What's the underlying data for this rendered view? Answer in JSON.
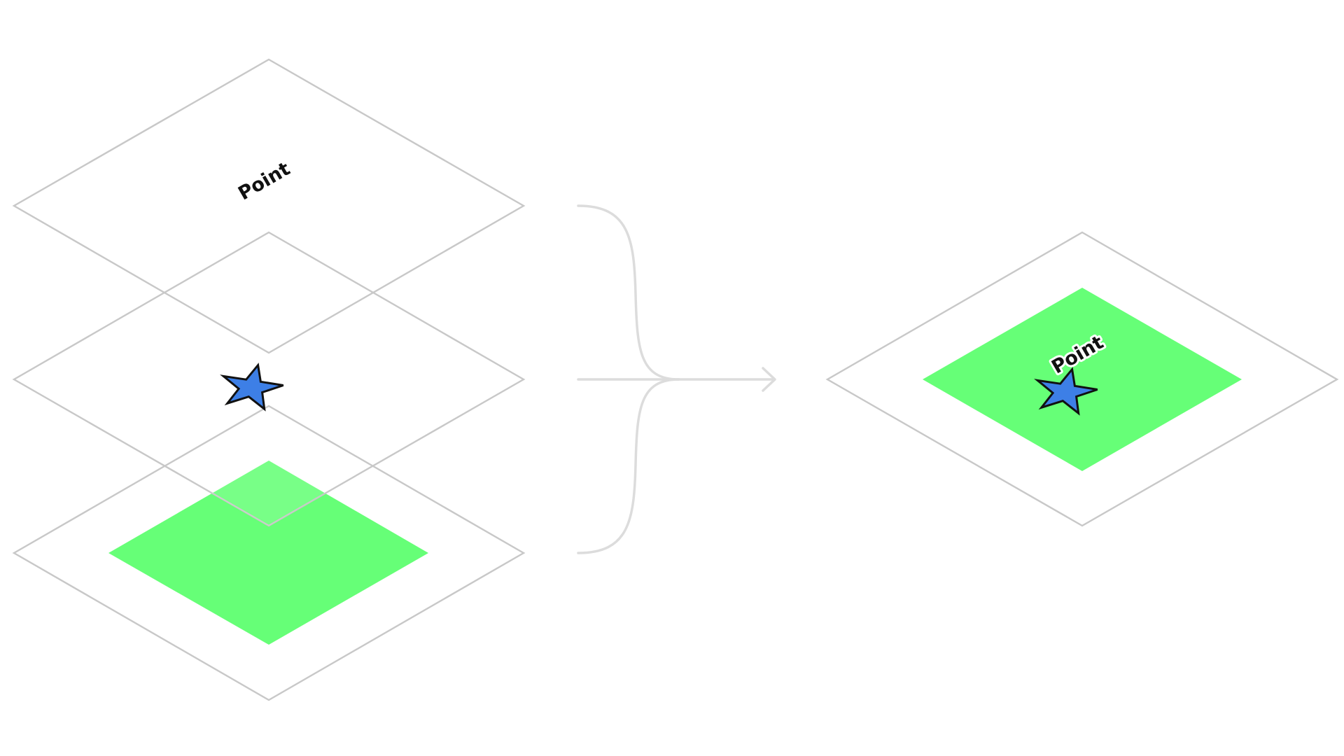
{
  "diagram": {
    "label_layer": {
      "text": "Point"
    },
    "symbol_layer": {
      "icon": "blue-star",
      "fill": "#3d7fe6"
    },
    "polygon_layer": {
      "fill": "#66ff77"
    },
    "result": {
      "text": "Point",
      "icon": "blue-star",
      "polygon_fill": "#66ff77"
    },
    "colors": {
      "outline": "#c8c8c8",
      "connector": "#dcdcdc",
      "star_stroke": "#111111"
    }
  }
}
